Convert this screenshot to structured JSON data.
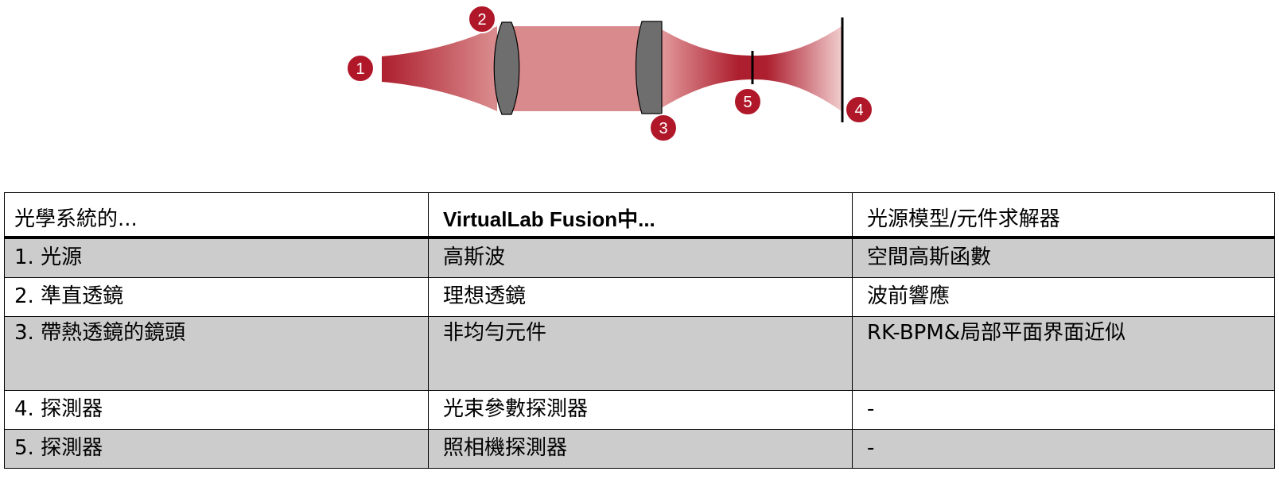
{
  "colors": {
    "beam_dark": "#ad1f2f",
    "beam_light": "#d98a8c",
    "marker": "#b0182a",
    "lens": "#6e6e6e",
    "row_shade": "#cccccc"
  },
  "diagram": {
    "markers": [
      "1",
      "2",
      "3",
      "4",
      "5"
    ]
  },
  "table": {
    "header": [
      "光學系統的...",
      "VirtualLab Fusion中...",
      "光源模型/元件求解器"
    ],
    "rows": [
      [
        "1. 光源",
        "高斯波",
        "空間高斯函數"
      ],
      [
        "2. 準直透鏡",
        "理想透鏡",
        "波前響應"
      ],
      [
        "3. 帶熱透鏡的鏡頭",
        "非均勻元件",
        "RK-BPM&局部平面界面近似"
      ],
      [
        "4. 探測器",
        "光束參數探測器",
        "-"
      ],
      [
        "5. 探測器",
        "照相機探測器",
        "-"
      ]
    ]
  }
}
